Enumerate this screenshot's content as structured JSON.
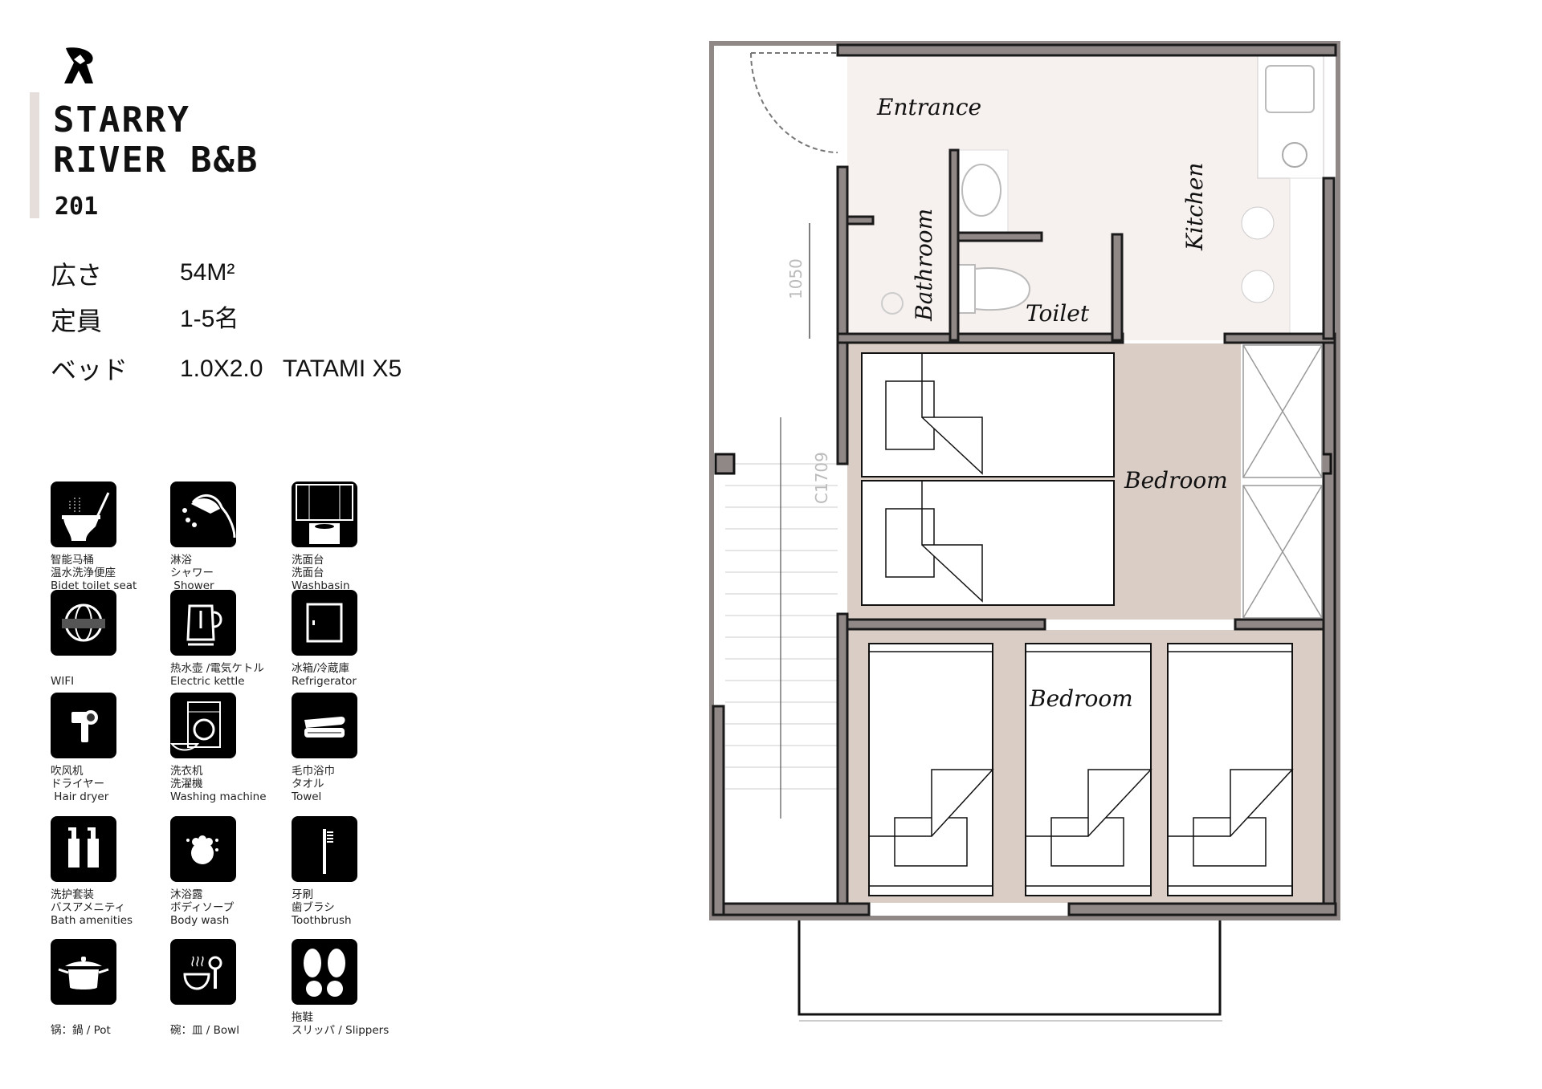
{
  "brand": {
    "logo": "starry-river-logo",
    "name_line1": "STARRY",
    "name_line2": "RIVER B&B",
    "room_number": "201"
  },
  "specs": [
    {
      "label": "広さ",
      "value": "54M²"
    },
    {
      "label": "定員",
      "value": "1-5名"
    },
    {
      "label": "ベッド",
      "value": "1.0X2.0   TATAMI X5"
    }
  ],
  "amenities": [
    {
      "icon": "bidet-toilet-icon",
      "lines": [
        "智能马桶",
        "温水洗浄便座",
        "Bidet toilet seat"
      ]
    },
    {
      "icon": "shower-icon",
      "lines": [
        "淋浴",
        "シャワー",
        " Shower"
      ]
    },
    {
      "icon": "washbasin-icon",
      "lines": [
        "洗面台",
        "洗面台",
        "Washbasin"
      ]
    },
    {
      "icon": "wifi-globe-icon",
      "lines": [
        "",
        "WIFI"
      ]
    },
    {
      "icon": "electric-kettle-icon",
      "lines": [
        "热水壶 /電気ケトル",
        "Electric kettle"
      ]
    },
    {
      "icon": "refrigerator-icon",
      "lines": [
        "冰箱/冷蔵庫",
        "Refrigerator"
      ]
    },
    {
      "icon": "hair-dryer-icon",
      "lines": [
        "吹风机",
        "ドライヤー",
        " Hair dryer"
      ]
    },
    {
      "icon": "washing-machine-icon",
      "lines": [
        "洗衣机",
        "洗濯機",
        "Washing machine"
      ]
    },
    {
      "icon": "towel-icon",
      "lines": [
        "毛巾浴巾",
        "タオル",
        "Towel"
      ]
    },
    {
      "icon": "bath-amenities-icon",
      "lines": [
        "洗护套装",
        "バスアメニティ",
        "Bath amenities"
      ]
    },
    {
      "icon": "body-wash-icon",
      "lines": [
        "沐浴露",
        "ボディソープ",
        "Body wash"
      ]
    },
    {
      "icon": "toothbrush-icon",
      "lines": [
        "牙刷",
        "歯ブラシ",
        "Toothbrush"
      ]
    },
    {
      "icon": "pot-icon",
      "lines": [
        "",
        "锅：鍋 / Pot"
      ]
    },
    {
      "icon": "bowl-icon",
      "lines": [
        "",
        "碗：皿 / Bowl"
      ]
    },
    {
      "icon": "slippers-icon",
      "lines": [
        "拖鞋",
        "スリッパ / Slippers"
      ]
    }
  ],
  "floorplan": {
    "rooms": {
      "entrance": "Entrance",
      "kitchen": "Kitchen",
      "bathroom": "Bathroom",
      "toilet": "Toilet",
      "bedroom_1": "Bedroom",
      "bedroom_2": "Bedroom"
    },
    "dimensions": {
      "stair_landing": "1050",
      "stair_run": "C1709"
    },
    "colors": {
      "wall": "#1a1a1a",
      "wall_fill": "#8f8886",
      "entrance_floor": "#f6f0ee",
      "bedroom_floor": "#d9cdc6",
      "structure": "#9a9390"
    }
  }
}
